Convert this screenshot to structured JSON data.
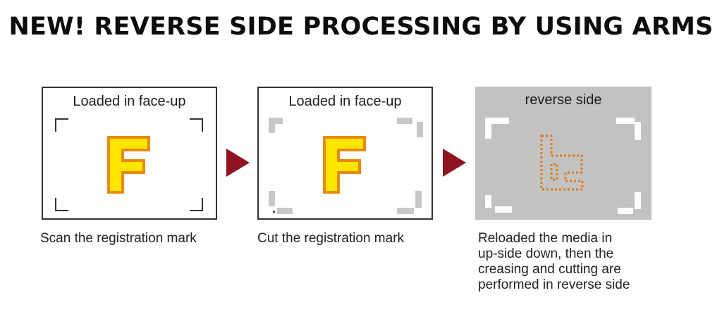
{
  "title": "NEW! REVERSE SIDE PROCESSING BY USING ARMS",
  "colors": {
    "arrow": "#8f1321",
    "letter_fill": "#ffe600",
    "letter_outline": "#e98a10",
    "registration_mark_gray": "#c8c8c8",
    "reverse_panel_background": "#c2c2c2",
    "dotted_cut_line": "#e07b12"
  },
  "steps": [
    {
      "heading": "Loaded in face-up",
      "letter": "F",
      "caption": "Scan the registration mark"
    },
    {
      "heading": "Loaded in face-up",
      "letter": "F",
      "caption": "Cut the registration mark"
    },
    {
      "heading": "reverse side",
      "caption_lines": [
        "Reloaded the media in",
        "up-side down, then the",
        "creasing and cutting are",
        "performed in reverse side"
      ]
    }
  ],
  "icons": {
    "arrow": "right-triangle-arrow-icon",
    "mark": "corner-registration-mark-icon",
    "dotted": "dotted-mirrored-f-icon"
  }
}
